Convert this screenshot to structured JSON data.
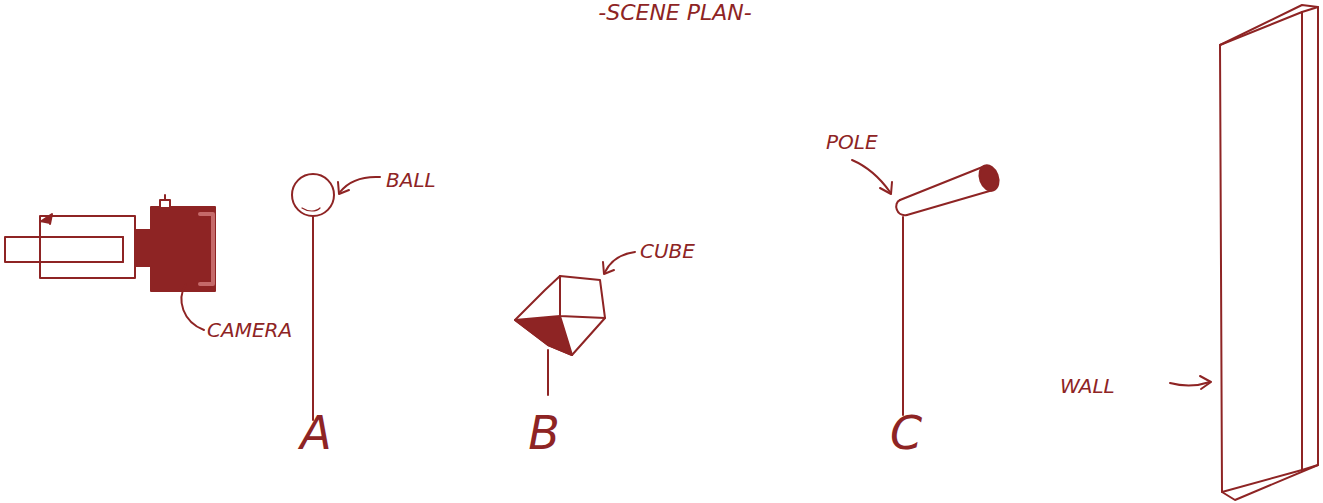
{
  "diagram": {
    "title": "-SCENE PLAN-",
    "labels": [
      "BALL",
      "CUBE",
      "POLE",
      "CAMERA",
      "WALL",
      "A",
      "B",
      "C"
    ]
  }
}
